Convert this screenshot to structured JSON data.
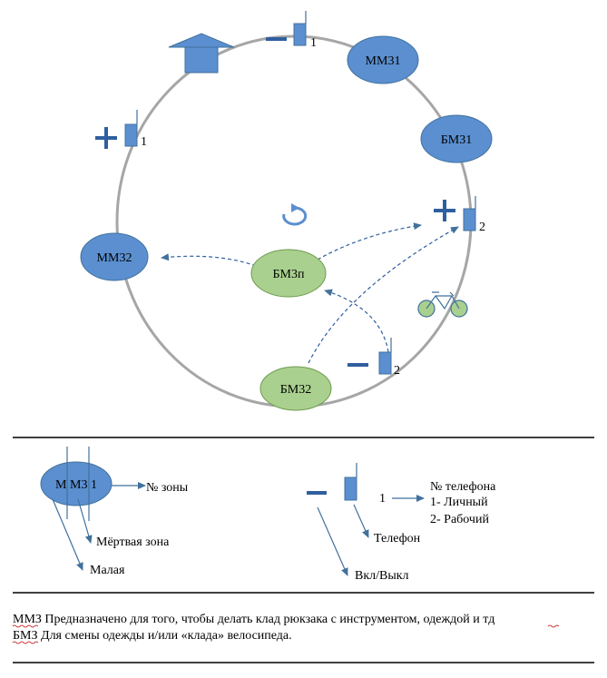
{
  "colors": {
    "ring": "#a6a6a6",
    "blue_fill": "#5b8fd0",
    "blue_stroke": "#41719c",
    "blue_dark": "#2f5f9e",
    "green_fill": "#a9d08e",
    "green_stroke": "#6e9a4f",
    "rule": "#000000",
    "squiggle": "#c00000"
  },
  "diagram": {
    "nodes": {
      "mm31": "ММ31",
      "bm31": "БМ31",
      "mm32": "ММ32",
      "bm3p": "БМ3п",
      "bm32": "БМ32"
    },
    "phones": {
      "top_number": "1",
      "left_number": "1",
      "right_number": "2",
      "bottom_number": "2"
    },
    "icons": [
      "house-arrow-icon",
      "refresh-icon",
      "bicycle-icon",
      "plus-icon",
      "minus-icon",
      "phone-icon"
    ]
  },
  "legend": {
    "node_label": "М М3 1",
    "zone_number": "№ зоны",
    "dead_zone": "Мёртвая зона",
    "small": "Малая",
    "phone_number_digit": "1",
    "phone_number_title": "№ телефона",
    "personal": "1- Личный",
    "work": "2- Рабочий",
    "phone": "Телефон",
    "on_off": "Вкл/Выкл"
  },
  "notes": {
    "line1_abbr": "ММЗ",
    "line1_rest": " Предназначено для того, чтобы делать клад рюкзака с инструментом, одеждой и тд",
    "line2_abbr": "БМЗ",
    "line2_rest": " Для смены одежды и/или «клада» велосипеда."
  }
}
